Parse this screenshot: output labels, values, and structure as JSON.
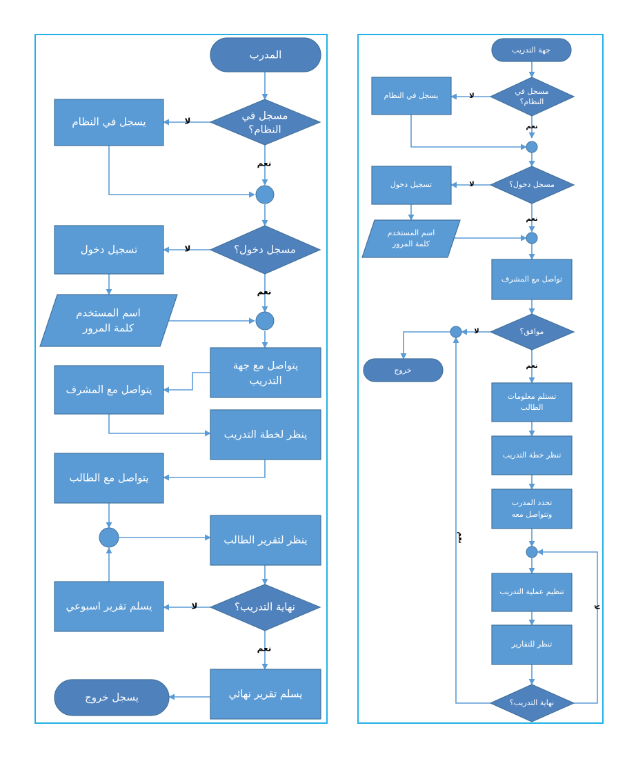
{
  "trainer": {
    "start": "المدرب",
    "q_registered": [
      "مسجل في",
      "النظام؟"
    ],
    "register": "يسجل في النظام",
    "q_logged_in": "مسجل دخول؟",
    "login": "تسجيل دخول",
    "credentials": [
      "اسم المستخدم",
      "كلمة المرور"
    ],
    "contact_org": [
      "يتواصل مع جهة",
      "التدريب"
    ],
    "contact_supervisor": "يتواصل مع المشرف",
    "view_plan": "ينظر لخطة التدريب",
    "contact_student": "يتواصل مع الطالب",
    "view_report": "ينظر لتقرير الطالب",
    "q_end": "نهاية التدريب؟",
    "weekly_report": "يسلم تقرير اسبوعي",
    "final_report": "يسلم تقرير نهائي",
    "exit": "يسجل خروج",
    "yes": "نعم",
    "no": "لا"
  },
  "org": {
    "start": "جهة التدريب",
    "q_registered": [
      "مسجل في",
      "النظام؟"
    ],
    "register": "يسجل في النظام",
    "q_logged_in": "مسجل دخول؟",
    "login": "تسجيل دخول",
    "credentials": [
      "اسم المستخدم",
      "كلمة المرور"
    ],
    "contact_supervisor": "تواصل مع المشرف",
    "q_agree": "موافق؟",
    "exit": "خروج",
    "receive_student": [
      "تستلم معلومات",
      "الطالب"
    ],
    "view_plan": "تنظر خطة التدريب",
    "assign_trainer": [
      "تحدد المدرب",
      "وتتواصل معه"
    ],
    "organize": "تنظيم عملية التدريب",
    "view_reports": "تنظر للتقارير",
    "q_end": "نهاية التدريب؟",
    "yes": "نعم",
    "no": "لا"
  }
}
